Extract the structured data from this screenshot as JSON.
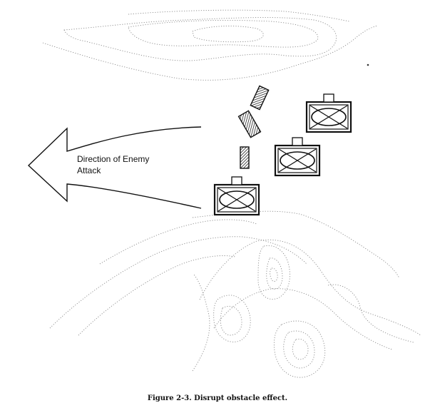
{
  "diagram": {
    "arrow_label": [
      "Direction of  Enemy",
      "Attack"
    ],
    "caption": "Figure 2-3. Disrupt obstacle effect.",
    "obstacle_count": 3,
    "unit_count": 3,
    "unit_symbol": "armor-unit-icon",
    "obstacle_symbol": "hatched-obstacle-icon",
    "ink_color": "#111111",
    "contour_color": "#8a8a8a"
  }
}
